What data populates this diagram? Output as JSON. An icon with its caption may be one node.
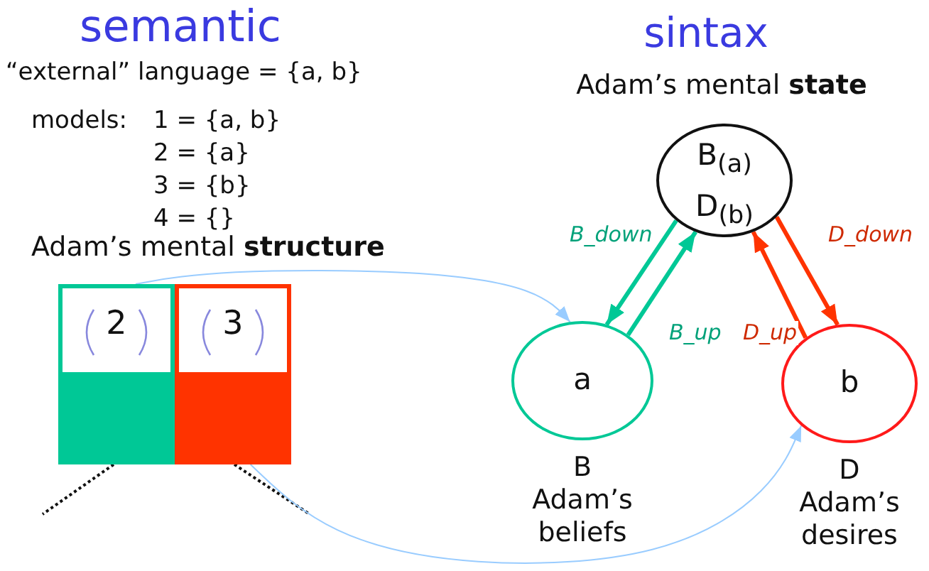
{
  "diagram": {
    "nodes": [
      {
        "text": [
          "2"
        ]
      },
      {
        "text": [
          "3"
        ]
      },
      {
        "text": [
          "B$_{(a)}$",
          "D$_{(b)}$"
        ]
      },
      {
        "text": [
          "a"
        ],
        "beside": [
          "B",
          "Adam’s beliefs"
        ]
      },
      {
        "text": [
          "b"
        ],
        "beside": [
          "D",
          "Adam’s desires"
        ]
      }
    ],
    "edges": [
      {
        "from": 2,
        "to": 3,
        "arrow": "to",
        "label": "B_down",
        "color": "#00c896"
      },
      {
        "from": 3,
        "to": 2,
        "arrow": "to",
        "label": "B_up",
        "color": "#00c896"
      },
      {
        "from": 4,
        "to": 2,
        "arrow": "to",
        "label": "D_up",
        "color": "#ff3300"
      },
      {
        "from": 2,
        "to": 4,
        "arrow": "to",
        "label": "D_down",
        "color": "#ff3300"
      },
      {
        "from": 0,
        "to": 3,
        "arrow": "to",
        "color": "#99ccff"
      },
      {
        "from": 1,
        "to": 4,
        "arrow": "to",
        "color": "#99ccff"
      }
    ],
    "labels": [
      "semantic",
      "“external” language = {a, b}",
      "models:",
      "1 = {a, b}",
      "2 =  {a}",
      "3 =  {b}",
      "4 =  {}",
      "Adam’s mental **structure**",
      "sintax",
      "Adam’s mental **state**"
    ]
  }
}
